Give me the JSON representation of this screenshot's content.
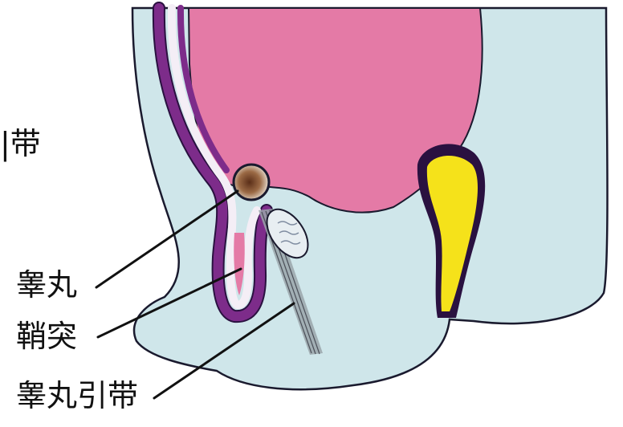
{
  "labels": {
    "top_partial": "|带",
    "testis": "睾丸",
    "vaginal_process": "鞘突",
    "gubernaculum": "睾丸引带"
  },
  "colors": {
    "background": "#ffffff",
    "tissue": "#cfe6ea",
    "outline": "#1a1a2e",
    "cavity": "#e47aa6",
    "membrane_purple": "#7d2c8a",
    "membrane_dark": "#2a1140",
    "yellow": "#f5e21a",
    "testis_brown": "#7a4a2e",
    "epididymis": "#e8eef2"
  }
}
